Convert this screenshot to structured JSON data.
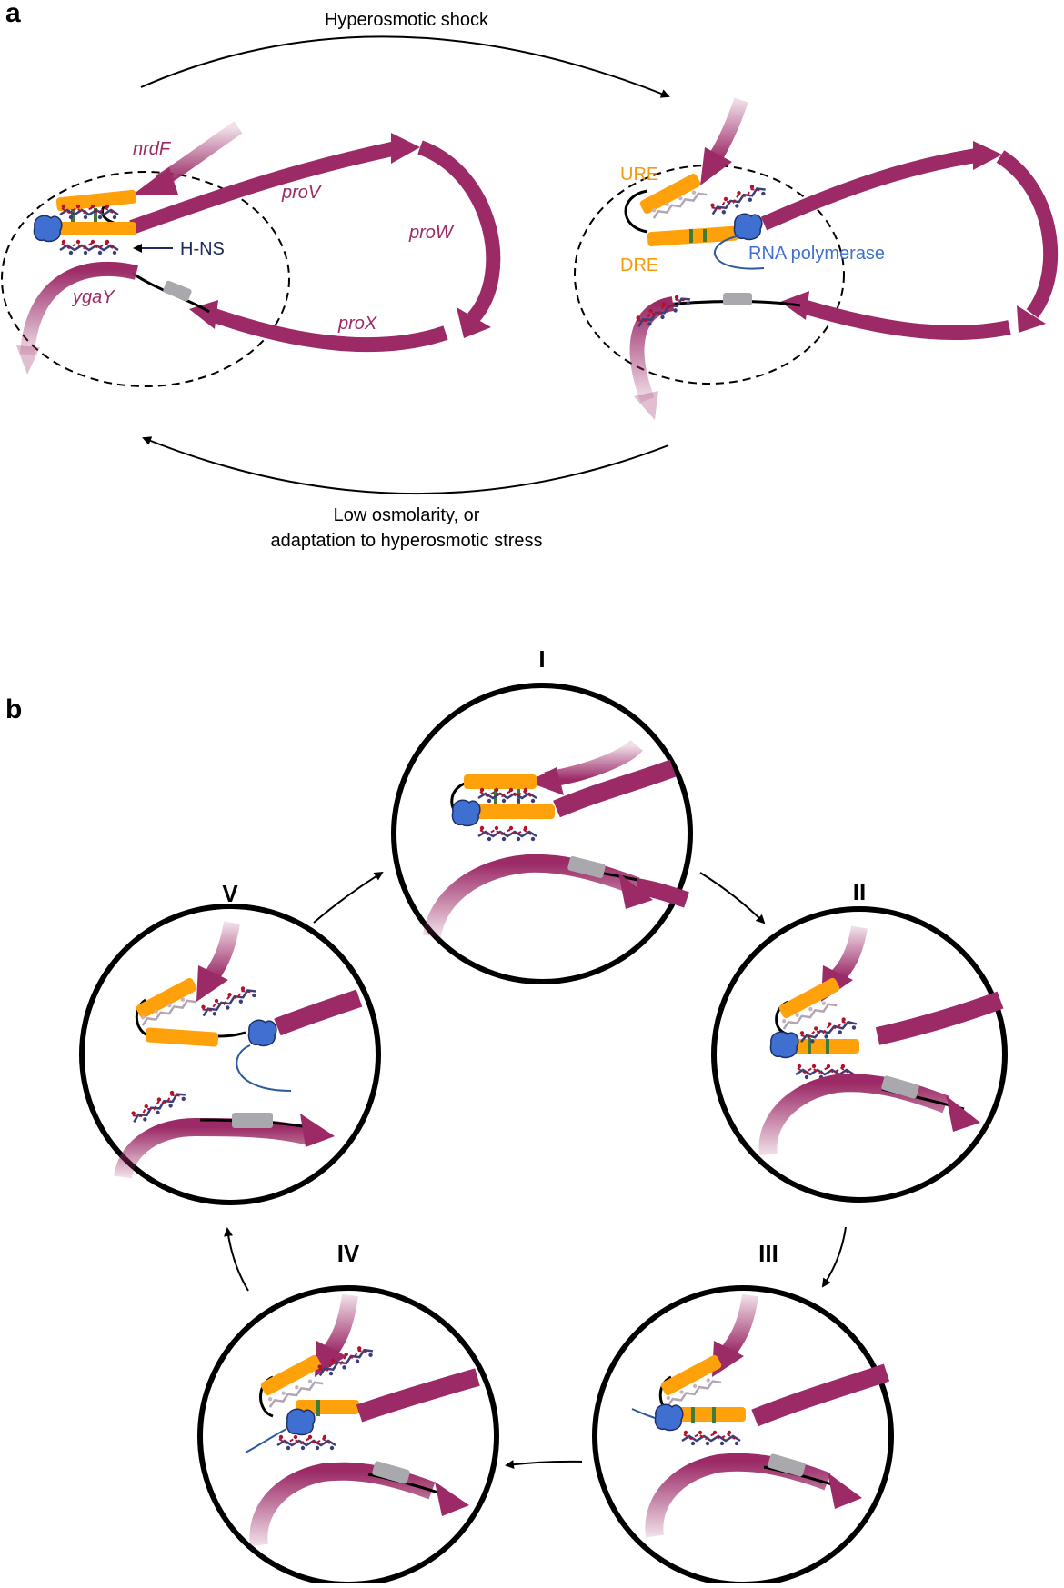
{
  "panel_a": {
    "letter": "a",
    "top_arrow_label": "Hyperosmotic shock",
    "bottom_arrow_label_line1": "Low osmolarity, or",
    "bottom_arrow_label_line2": "adaptation to hyperosmotic stress",
    "genes": {
      "nrdF": "nrdF",
      "proV": "proV",
      "proW": "proW",
      "proX": "proX",
      "ygaY": "ygaY"
    },
    "hns_label": "H-NS",
    "ure_label": "URE",
    "dre_label": "DRE",
    "rnap_label": "RNA polymerase"
  },
  "panel_b": {
    "letter": "b",
    "stages": [
      "I",
      "II",
      "III",
      "IV",
      "V"
    ]
  },
  "colors": {
    "gene_arrow": "#9b2a66",
    "element": "#ffa10a",
    "rnap": "#3f6fd1",
    "promoter_box": "#a9a9ad",
    "hns_dark": "#3a3f7a",
    "hns_red": "#b3122c",
    "hns_ghost": "#b0a6b4",
    "bridge": "#3f7a36"
  }
}
